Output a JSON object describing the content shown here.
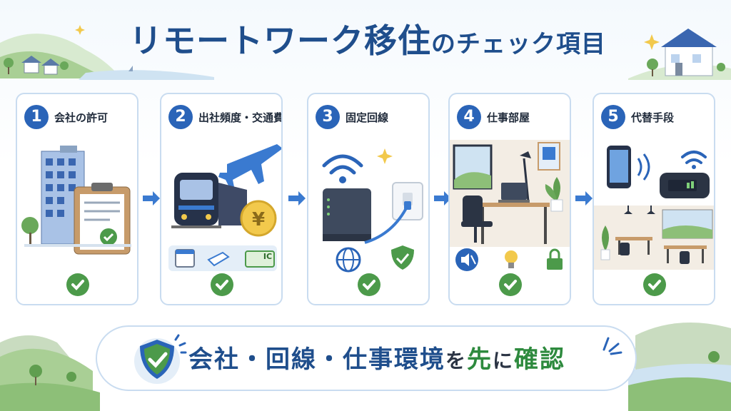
{
  "title": {
    "main": "リモートワーク移住",
    "sub": "のチェック項目"
  },
  "steps": [
    {
      "number": "1",
      "label": "会社の許可",
      "icon": "office-building-clipboard-icon"
    },
    {
      "number": "2",
      "label": "出社頻度・交通費",
      "icon": "train-plane-yen-icon"
    },
    {
      "number": "3",
      "label": "固定回線",
      "icon": "router-wifi-icon"
    },
    {
      "number": "4",
      "label": "仕事部屋",
      "icon": "home-office-desk-icon"
    },
    {
      "number": "5",
      "label": "代替手段",
      "icon": "mobile-wifi-coworking-icon"
    }
  ],
  "step2_items": {
    "ic_card": "IC"
  },
  "banner": {
    "part1": "会社・回線・仕事環境",
    "part2": "を",
    "part3": "先",
    "part4": "に",
    "part5": "確認"
  },
  "colors": {
    "title": "#1f4e8c",
    "accent": "#2a64b8",
    "check": "#4c9a4a",
    "card_border": "#c9dcf0"
  }
}
